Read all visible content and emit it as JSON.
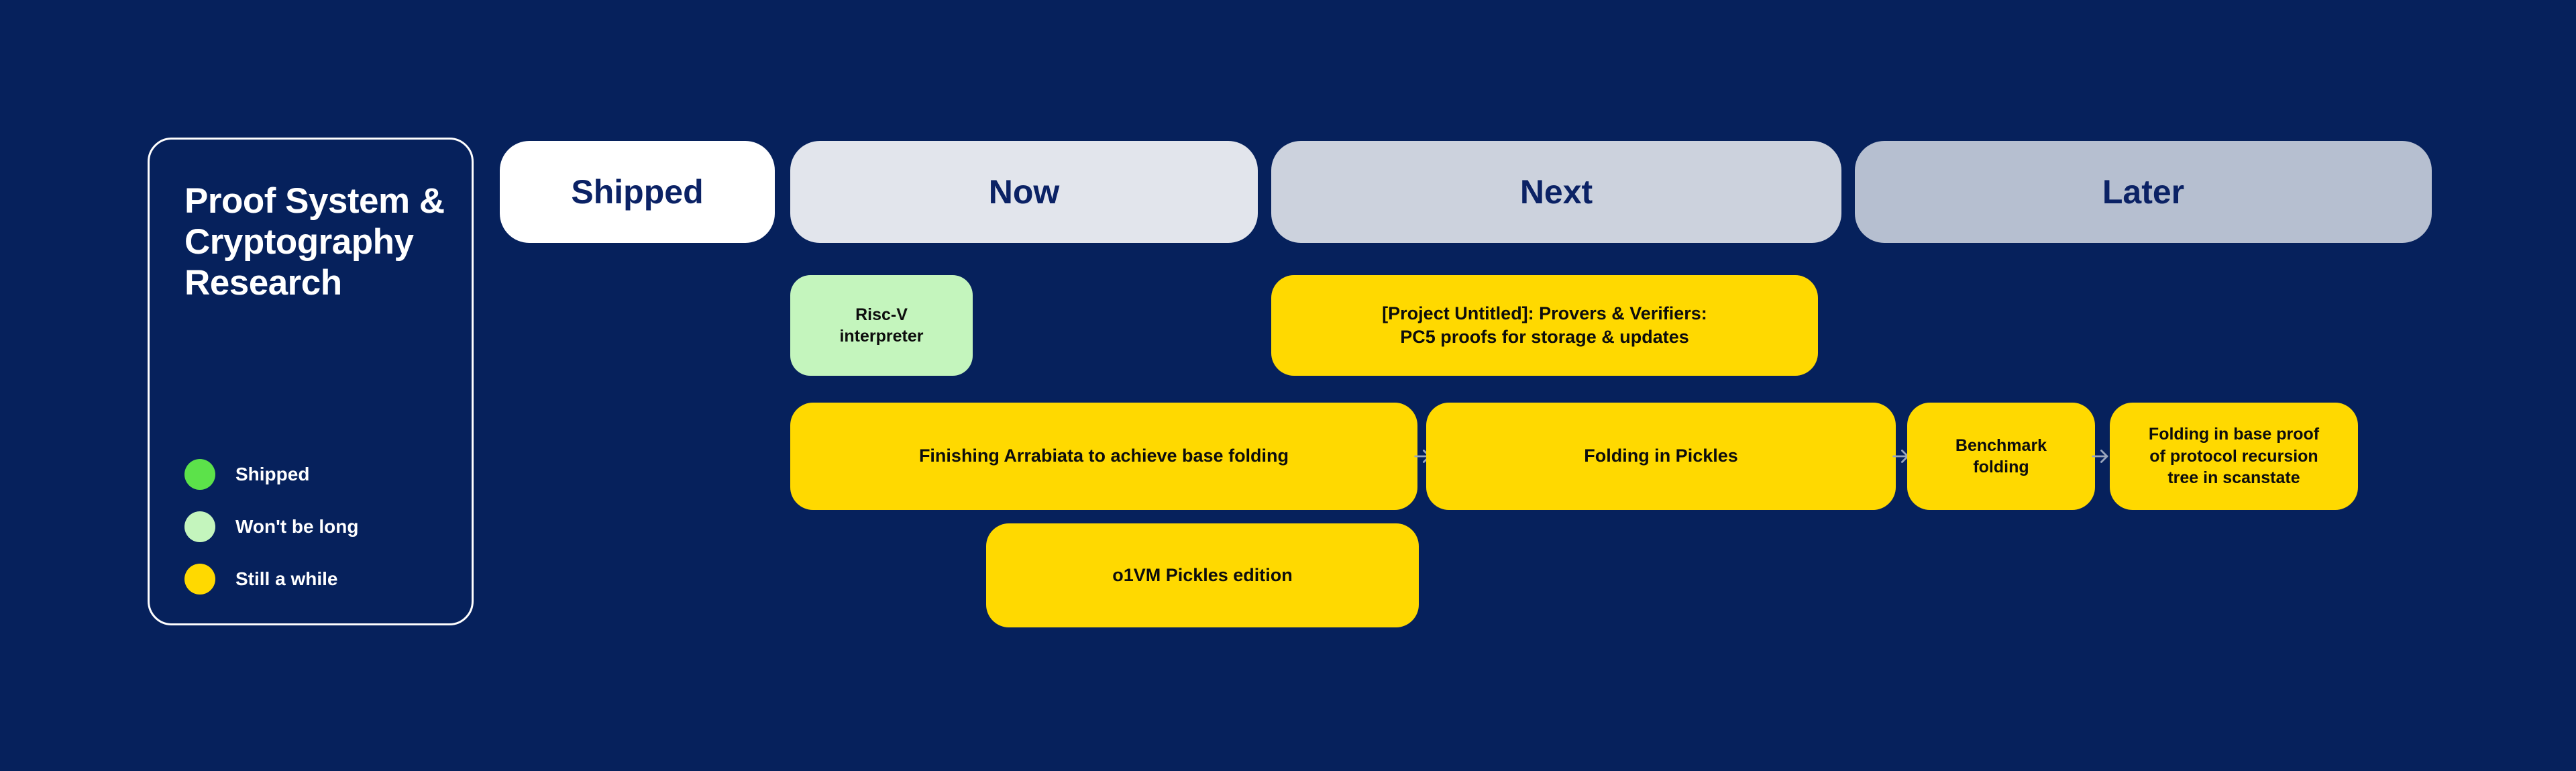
{
  "theme": {
    "background": "#06215c",
    "panel_border": "#ffffff",
    "heading_text": "#0b2265",
    "card_text": "#0d0d0d",
    "arrow_color": "#9aa6bd",
    "status_shipped": "#5ce24a",
    "status_wont_be_long": "#c4f5bd",
    "status_still_a_while": "#ffd900"
  },
  "panel": {
    "title": "Proof System & Cryptography Research",
    "legend": [
      {
        "label": "Shipped",
        "color": "#5ce24a"
      },
      {
        "label": "Won't be long",
        "color": "#c4f5bd"
      },
      {
        "label": "Still a while",
        "color": "#ffd900"
      }
    ]
  },
  "columns": [
    {
      "label": "Shipped",
      "color": "#ffffff"
    },
    {
      "label": "Now",
      "color": "#e2e5ec"
    },
    {
      "label": "Next",
      "color": "#ccd2dd"
    },
    {
      "label": "Later",
      "color": "#b6bfd0"
    }
  ],
  "cards": [
    {
      "label": "Risc-V\ninterpreter",
      "status": "Won't be long",
      "color": "#c4f5bd",
      "column": "Now"
    },
    {
      "label": "[Project Untitled]: Provers & Verifiers:\nPC5 proofs for storage & updates",
      "status": "Still a while",
      "color": "#ffd900",
      "column": "Next"
    },
    {
      "label": "Finishing Arrabiata to achieve base folding",
      "status": "Still a while",
      "color": "#ffd900",
      "column": "Now"
    },
    {
      "label": "Folding in Pickles",
      "status": "Still a while",
      "color": "#ffd900",
      "column": "Next"
    },
    {
      "label": "Benchmark\nfolding",
      "status": "Still a while",
      "color": "#ffd900",
      "column": "Later"
    },
    {
      "label": "Folding in base proof\nof protocol recursion\ntree in scanstate",
      "status": "Still a while",
      "color": "#ffd900",
      "column": "Later"
    },
    {
      "label": "o1VM Pickles edition",
      "status": "Still a while",
      "color": "#ffd900",
      "column": "Now"
    }
  ],
  "connectors": [
    {
      "from": "Finishing Arrabiata to achieve base folding",
      "to": "Folding in Pickles",
      "icon": "arrow-right-icon"
    },
    {
      "from": "Folding in Pickles",
      "to": "Benchmark folding",
      "icon": "arrow-right-icon"
    },
    {
      "from": "Benchmark folding",
      "to": "Folding in base proof of protocol recursion tree in scanstate",
      "icon": "arrow-right-icon"
    }
  ]
}
